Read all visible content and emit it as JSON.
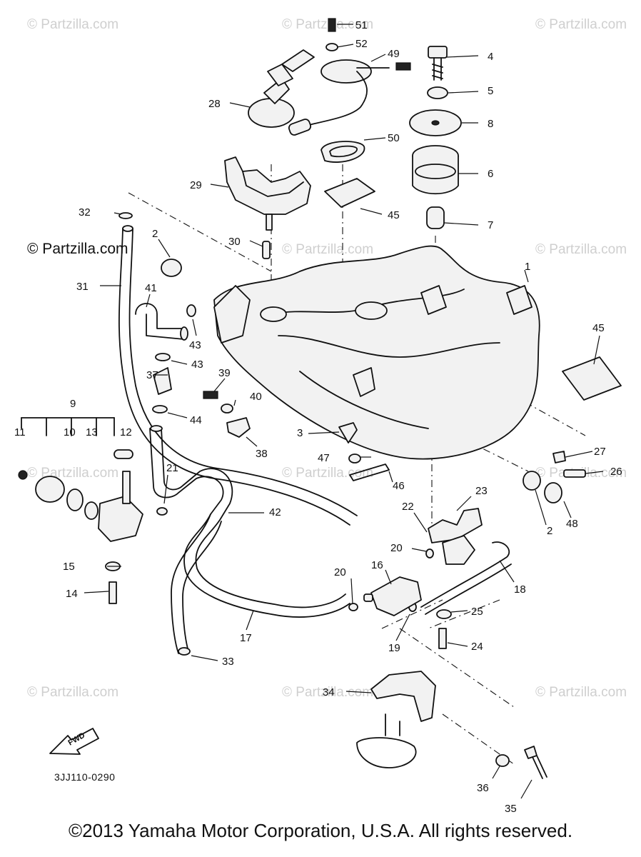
{
  "watermarks": {
    "text": "© Partzilla.com",
    "text_dark": "© Partzilla.com"
  },
  "callouts": {
    "c51": "51",
    "c52": "52",
    "c49": "49",
    "c4": "4",
    "c5": "5",
    "c8": "8",
    "c28": "28",
    "c50": "50",
    "c6": "6",
    "c29": "29",
    "c45a": "45",
    "c7": "7",
    "c32": "32",
    "c2a": "2",
    "c30": "30",
    "c1": "1",
    "c31": "31",
    "c41": "41",
    "c43a": "43",
    "c43b": "43",
    "c45b": "45",
    "c37": "37",
    "c39": "39",
    "c40": "40",
    "c9": "9",
    "c44": "44",
    "c11": "11",
    "c10": "10",
    "c13": "13",
    "c12": "12",
    "c3": "3",
    "c38": "38",
    "c47": "47",
    "c27": "27",
    "c26": "26",
    "c46": "46",
    "c21": "21",
    "c23": "23",
    "c2b": "2",
    "c48": "48",
    "c42": "42",
    "c22": "22",
    "c20a": "20",
    "c15": "15",
    "c16": "16",
    "c18": "18",
    "c20b": "20",
    "c14": "14",
    "c25": "25",
    "c17": "17",
    "c19": "19",
    "c24": "24",
    "c33": "33",
    "c34": "34",
    "c36": "36",
    "c35": "35"
  },
  "fwd_arrow": "FWD",
  "drawing_code": "3JJ110-0290",
  "copyright": "©2013 Yamaha Motor Corporation, U.S.A. All rights reserved."
}
